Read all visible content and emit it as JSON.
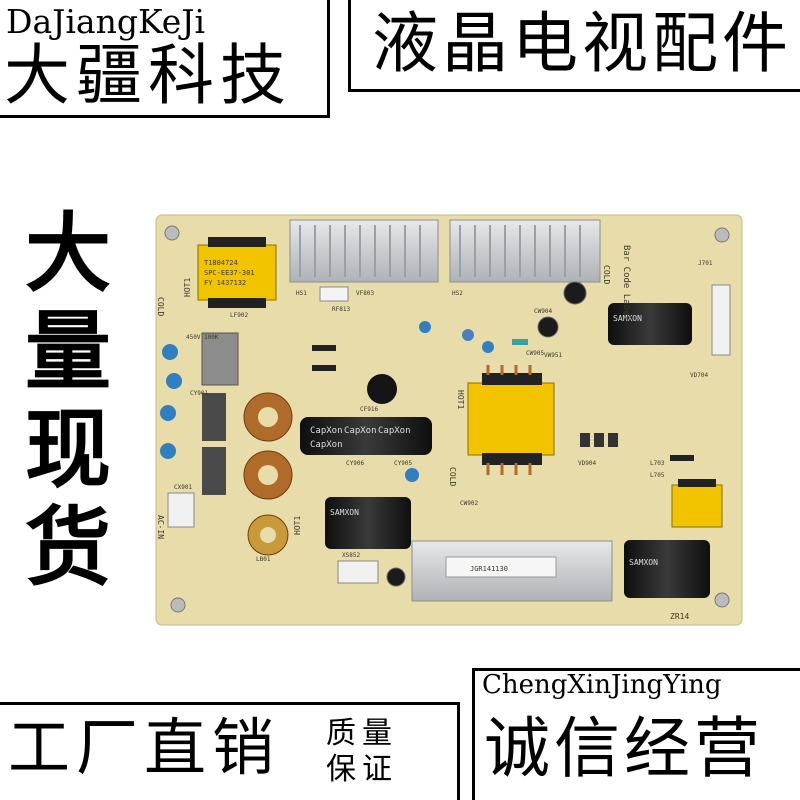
{
  "brand": {
    "latin": "DaJiangKeJi",
    "chinese": "大疆科技"
  },
  "title": {
    "chinese": "液晶电视配件"
  },
  "slogan_vertical": [
    "大",
    "量",
    "现",
    "货"
  ],
  "bottom_left": {
    "main": "工厂直销",
    "sub_line1": "质量",
    "sub_line2": "保证"
  },
  "bottom_right": {
    "latin": "ChengXinJingYing",
    "chinese": "诚信经营"
  },
  "pcb": {
    "silkscreen": {
      "bar_code_label": "Bar Code Label",
      "cold_left": "COLD",
      "hot_left": "HOT1",
      "cold_right": "COLD",
      "hot_mid": "HOT1",
      "cold_mid": "COLD",
      "ac_in": "AC-IN",
      "hot_bottom": "HOT1",
      "board_id": "ZR14",
      "transformer_label_1": "T1804724",
      "transformer_label_2": "SPC-EE37-301",
      "transformer_label_3": "FY 1437132",
      "capxon_1": "CapXon",
      "capxon_2": "CapXon",
      "capxon_3": "CapXon",
      "capxon_4": "CapXon",
      "samxon_1": "SAMXON",
      "samxon_2": "SAMXON",
      "samxon_3": "SAMXON",
      "serial_label": "JGR141130",
      "cap_rating": "450V 100K",
      "ref_cy901": "CY901",
      "ref_cf916": "CF916",
      "ref_cy906": "CY906",
      "ref_cy905": "CY905",
      "ref_lf902": "LF902",
      "ref_vf803": "VF803",
      "ref_rf813": "RF813",
      "ref_cw904": "CW904",
      "ref_cw902": "CW902",
      "ref_hs2": "HS2",
      "ref_hs1": "HS1",
      "ref_lb01": "LB01",
      "ref_xs852": "XS852",
      "ref_vd704": "VD704",
      "ref_l703": "L703",
      "ref_l705": "L705",
      "ref_cw905": "CW905",
      "ref_vd904": "VD904",
      "ref_vw951": "VW951",
      "ref_cx901": "CX901",
      "ref_j701": "J701"
    },
    "colors": {
      "board": "#e8dcaa",
      "heatsink": "#c9ccd0",
      "transformer": "#f2c400",
      "choke_copper": "#b06a2a",
      "capacitor_blue": "#2f7fc1",
      "electrolytic_black": "#1b1b1b"
    }
  }
}
